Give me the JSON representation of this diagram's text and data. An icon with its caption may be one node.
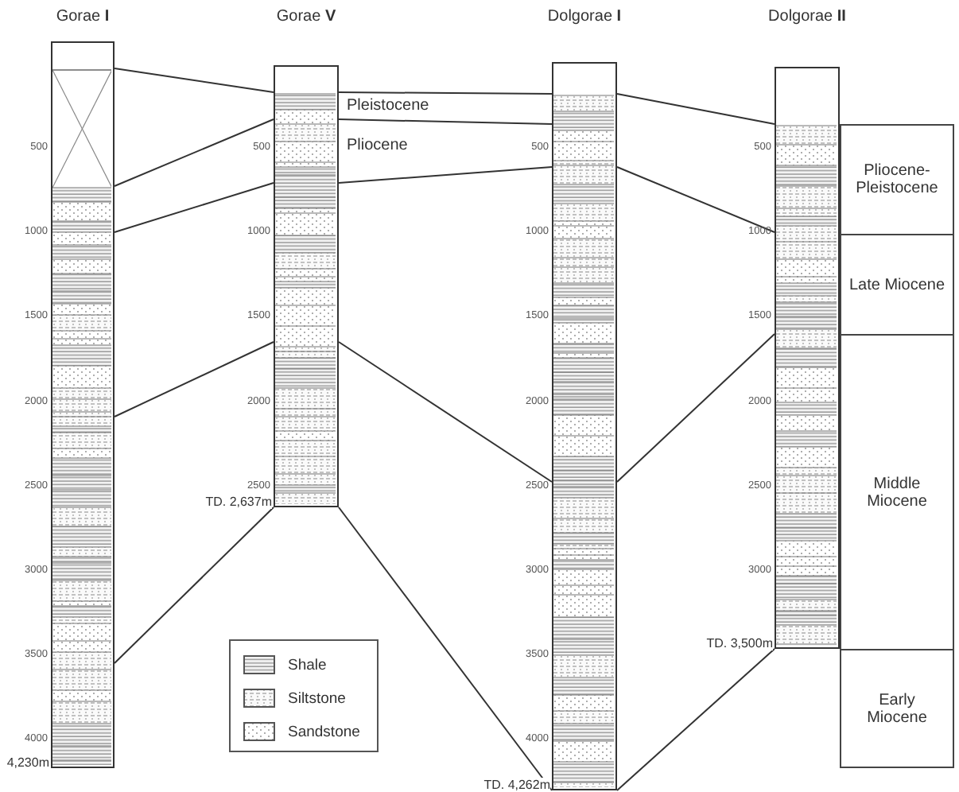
{
  "diagram": {
    "nodes": [
      {
        "text": [
          "Gorae **I**"
        ],
        "beside": [
          "500",
          "1000",
          "1500",
          "2000",
          "2500",
          "3000",
          "3500",
          "4000",
          "4,230m"
        ]
      },
      {
        "text": [
          "Gorae **V**"
        ],
        "beside": [
          "500",
          "1000",
          "1500",
          "2000",
          "2500",
          "TD. 2,637m"
        ]
      },
      {
        "text": [
          "Dolgorae **I**"
        ],
        "beside": [
          "500",
          "1000",
          "1500",
          "2000",
          "2500",
          "3000",
          "3500",
          "4000",
          "TD. 4,262m"
        ]
      },
      {
        "text": [
          "Dolgorae **II**"
        ],
        "beside": [
          "500",
          "1000",
          "1500",
          "2000",
          "2500",
          "3000",
          "TD. 3,500m"
        ]
      },
      {
        "text": [
          "Pliocene- Pleistocene"
        ]
      },
      {
        "text": [
          "Late Miocene"
        ]
      },
      {
        "text": [
          "Middle Miocene"
        ]
      },
      {
        "text": [
          "Early Miocene"
        ]
      }
    ],
    "edges": [
      {
        "from": 0,
        "to": 1,
        "arrow": "none"
      },
      {
        "from": 0,
        "to": 1,
        "arrow": "none"
      },
      {
        "from": 0,
        "to": 1,
        "arrow": "none"
      },
      {
        "from": 0,
        "to": 1,
        "arrow": "none"
      },
      {
        "from": 0,
        "to": 1,
        "arrow": "none"
      },
      {
        "from": 1,
        "to": 2,
        "arrow": "none"
      },
      {
        "from": 1,
        "to": 2,
        "arrow": "none"
      },
      {
        "from": 1,
        "to": 2,
        "arrow": "none"
      },
      {
        "from": 1,
        "to": 2,
        "arrow": "none"
      },
      {
        "from": 1,
        "to": 2,
        "arrow": "none"
      },
      {
        "from": 2,
        "to": 3,
        "arrow": "none"
      },
      {
        "from": 2,
        "to": 3,
        "arrow": "none"
      },
      {
        "from": 2,
        "to": 3,
        "arrow": "none"
      },
      {
        "from": 2,
        "to": 3,
        "arrow": "none"
      }
    ],
    "labels": [
      "Pleistocene",
      "Pliocene"
    ],
    "legend": [
      {
        "text": "Shale"
      },
      {
        "text": "Siltstone"
      },
      {
        "text": "Sandstone"
      }
    ]
  }
}
